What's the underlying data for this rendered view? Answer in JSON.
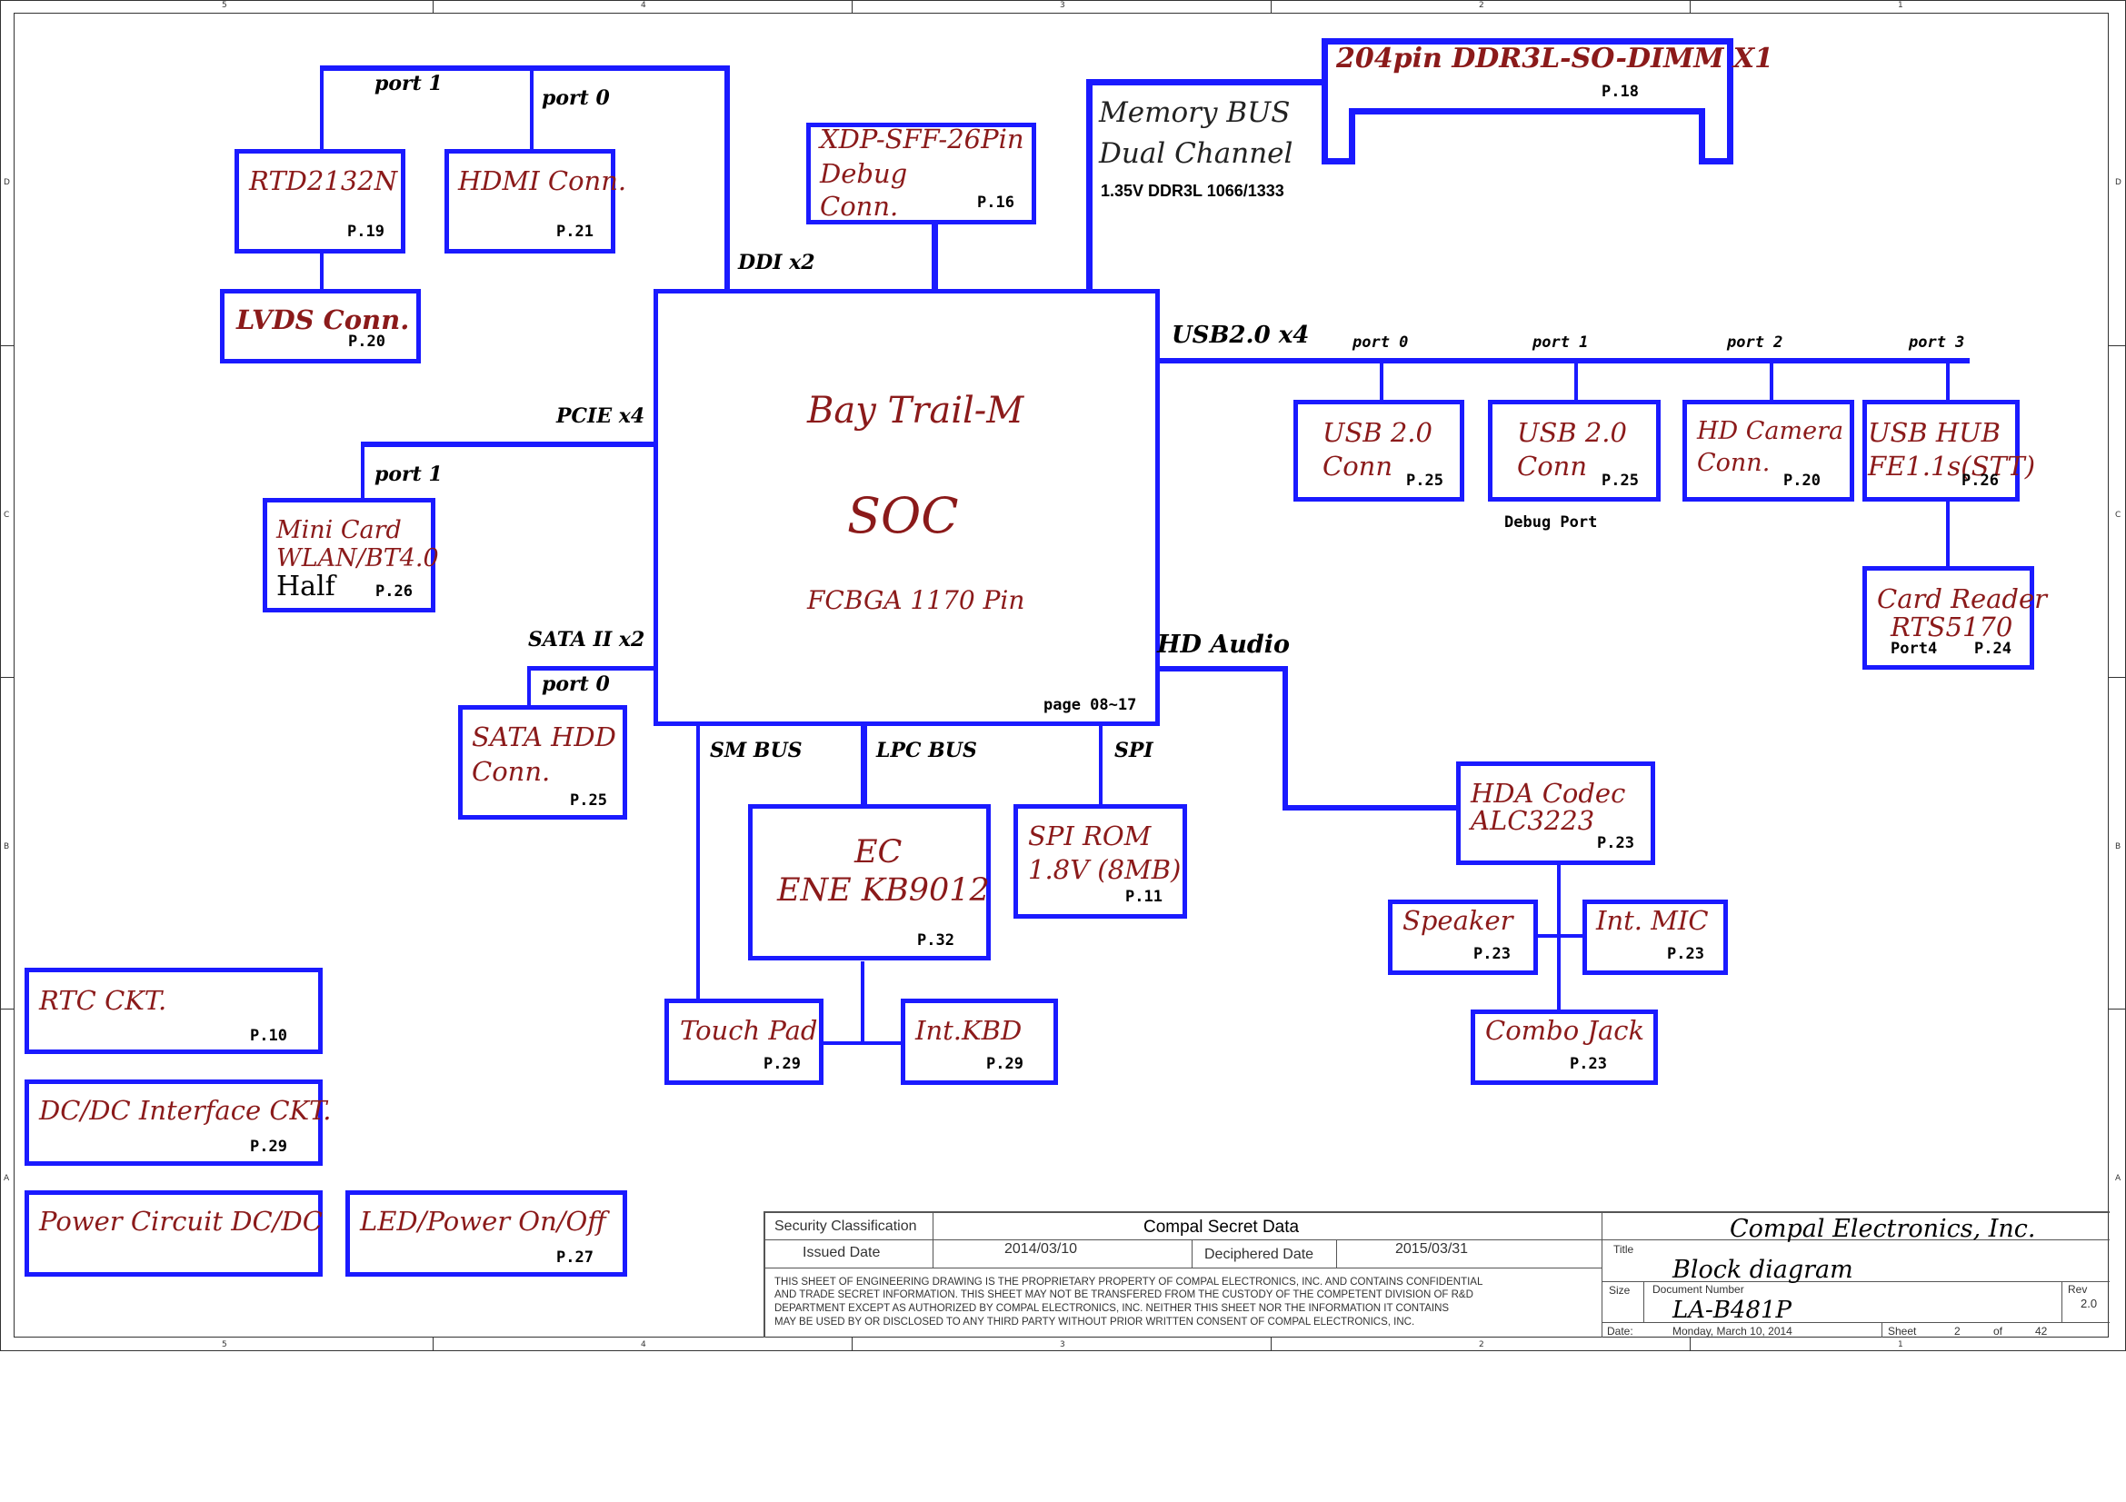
{
  "zones": {
    "top": [
      "5",
      "4",
      "3",
      "2",
      "1"
    ],
    "bottom": [
      "5",
      "4",
      "3",
      "2",
      "1"
    ],
    "left": [
      "D",
      "C",
      "B",
      "A"
    ],
    "right": [
      "D",
      "C",
      "B",
      "A"
    ]
  },
  "soc": {
    "name": "Bay Trail-M",
    "type": "SOC",
    "package": "FCBGA 1170 Pin",
    "page": "page 08~17"
  },
  "blocks": {
    "rtd": {
      "line1": "RTD2132N",
      "page": "P.19"
    },
    "hdmi": {
      "line1": "HDMI Conn.",
      "page": "P.21"
    },
    "lvds": {
      "line1": "LVDS  Conn.",
      "page": "P.20"
    },
    "xdp": {
      "line1": "XDP-SFF-26Pin",
      "line2": "Debug",
      "line3": "Conn.",
      "page": "P.16"
    },
    "dimm": {
      "line1": "204pin DDR3L-SO-DIMM X1",
      "page": "P.18"
    },
    "minicard": {
      "line1": "Mini Card",
      "line2": "WLAN/BT4.0",
      "line3": "Half",
      "page": "P.26"
    },
    "sata": {
      "line1": "SATA HDD",
      "line2": "Conn.",
      "page": "P.25"
    },
    "usb0": {
      "line1": "USB 2.0",
      "line2": "Conn",
      "page": "P.25"
    },
    "usb1": {
      "line1": "USB 2.0",
      "line2": "Conn",
      "page": "P.25"
    },
    "cam": {
      "line1": "HD Camera",
      "line2": "Conn.",
      "page": "P.20"
    },
    "hub": {
      "line1": "USB HUB",
      "line2": "FE1.1s(STT)",
      "page": "P.26"
    },
    "card": {
      "line1": "Card Reader",
      "line2": "RTS5170",
      "port": "Port4",
      "page": "P.24"
    },
    "ec": {
      "line1": "EC",
      "line2": "ENE KB9012",
      "page": "P.32"
    },
    "spirom": {
      "line1": "SPI ROM",
      "line2": "1.8V (8MB)",
      "page": "P.11"
    },
    "hda": {
      "line1": "HDA Codec",
      "line2": "ALC3223",
      "page": "P.23"
    },
    "speaker": {
      "line1": "Speaker",
      "page": "P.23"
    },
    "mic": {
      "line1": "Int. MIC",
      "page": "P.23"
    },
    "jack": {
      "line1": "Combo Jack",
      "page": "P.23"
    },
    "touch": {
      "line1": "Touch Pad",
      "page": "P.29"
    },
    "kbd": {
      "line1": "Int.KBD",
      "page": "P.29"
    },
    "rtc": {
      "line1": "RTC CKT.",
      "page": "P.10"
    },
    "dcdc": {
      "line1": "DC/DC Interface CKT.",
      "page": "P.29"
    },
    "power": {
      "line1": "Power Circuit DC/DC"
    },
    "led": {
      "line1": "LED/Power On/Off",
      "page": "P.27"
    }
  },
  "labels": {
    "port1_top": "port 1",
    "port0_top": "port 0",
    "ddi": "DDI x2",
    "membus1": "Memory BUS",
    "membus2": "Dual Channel",
    "ddr": "1.35V DDR3L 1066/1333",
    "usb": "USB2.0 x4",
    "uport0": "port 0",
    "uport1": "port 1",
    "uport2": "port 2",
    "uport3": "port 3",
    "debugport": "Debug Port",
    "pcie": "PCIE x4",
    "pcie_port": "port 1",
    "sataii": "SATA II x2",
    "sata_port": "port 0",
    "hdaudio": "HD Audio",
    "smbus": "SM BUS",
    "lpcbus": "LPC BUS",
    "spi": "SPI"
  },
  "titleblock": {
    "security_label": "Security Classification",
    "security_value": "Compal Secret Data",
    "issued_label": "Issued Date",
    "issued_value": "2014/03/10",
    "deciphered_label": "Deciphered Date",
    "deciphered_value": "2015/03/31",
    "notice1": "THIS SHEET OF ENGINEERING DRAWING IS THE PROPRIETARY PROPERTY OF COMPAL ELECTRONICS, INC. AND CONTAINS CONFIDENTIAL",
    "notice2": "AND TRADE SECRET INFORMATION. THIS SHEET MAY NOT BE TRANSFERED FROM THE CUSTODY OF THE COMPETENT DIVISION OF R&D",
    "notice3": "DEPARTMENT EXCEPT AS AUTHORIZED BY COMPAL ELECTRONICS, INC. NEITHER THIS SHEET NOR THE INFORMATION IT CONTAINS",
    "notice4": "MAY BE USED BY OR DISCLOSED TO ANY THIRD PARTY WITHOUT PRIOR WRITTEN CONSENT OF COMPAL ELECTRONICS, INC.",
    "company": "Compal Electronics, Inc.",
    "title_label": "Title",
    "title_value": "Block diagram",
    "size_label": "Size",
    "docnum_label": "Document Number",
    "docnum_value": "LA-B481P",
    "rev_label": "Rev",
    "rev_value": "2.0",
    "date_label": "Date:",
    "date_value": "Monday, March 10, 2014",
    "sheet_label": "Sheet",
    "sheet_num": "2",
    "of_label": "of",
    "sheet_total": "42"
  }
}
